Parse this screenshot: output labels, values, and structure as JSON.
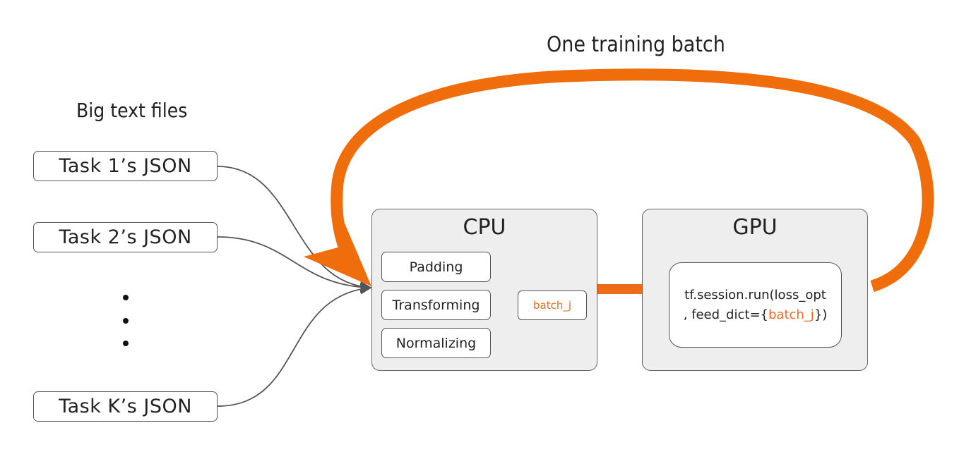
{
  "title": "One training batch",
  "files_heading": "Big text files",
  "tasks": [
    {
      "label": "Task 1’s JSON"
    },
    {
      "label": "Task 2’s JSON"
    },
    {
      "label": "Task K’s JSON"
    }
  ],
  "cpu": {
    "title": "CPU",
    "steps": [
      "Padding",
      "Transforming",
      "Normalizing"
    ],
    "output": "batch_j"
  },
  "gpu": {
    "title": "GPU",
    "code_line1": "tf.session.run(loss_opt",
    "code_line2_prefix": ", feed_dict={",
    "code_line2_var": "batch_j",
    "code_line2_suffix": "})"
  },
  "colors": {
    "accent": "#ee6b1a",
    "panel_fill": "#eeeeee",
    "connector": "#555555"
  }
}
